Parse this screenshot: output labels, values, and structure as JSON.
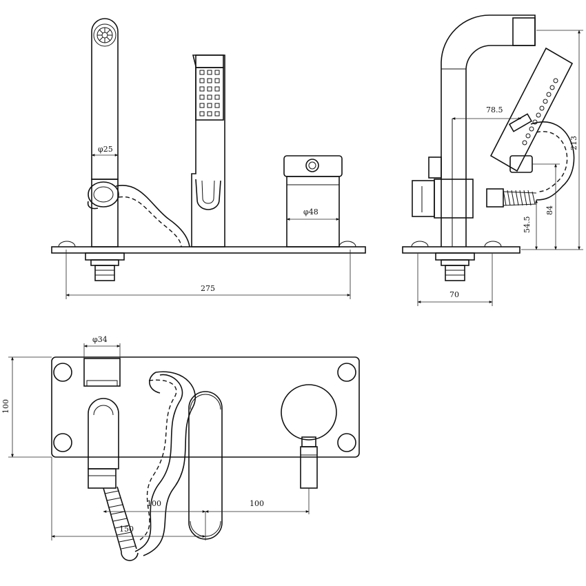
{
  "drawing": {
    "front_view": {
      "dim_handset_diameter": "φ25",
      "dim_valve_diameter": "φ48",
      "dim_plate_width": "275"
    },
    "side_view": {
      "dim_reach": "78.5",
      "dim_total_height": "213",
      "dim_outlet_height": "84",
      "dim_lower_height": "54.5",
      "dim_base_depth": "70"
    },
    "top_view": {
      "dim_holder_diameter": "φ34",
      "dim_plate_height": "100",
      "dim_spacing_left": "100",
      "dim_spacing_right": "100",
      "dim_offset": "150"
    }
  }
}
